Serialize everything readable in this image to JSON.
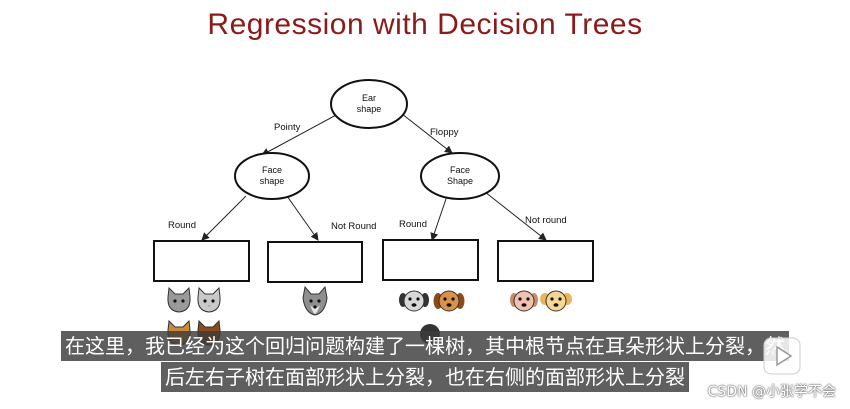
{
  "title": "Regression with Decision Trees",
  "tree": {
    "root": {
      "line1": "Ear",
      "line2": "shape"
    },
    "left": {
      "line1": "Face",
      "line2": "shape"
    },
    "right": {
      "line1": "Face",
      "line2": "Shape"
    },
    "edges": {
      "pointy": "Pointy",
      "floppy": "Floppy",
      "left_round": "Round",
      "left_not_round": "Not Round",
      "right_round": "Round",
      "right_not_round": "Not round"
    }
  },
  "leaves": [
    {
      "animals": [
        "cat-icon",
        "cat-icon",
        "cat-icon",
        "cat-icon"
      ]
    },
    {
      "animals": [
        "wolf-icon"
      ]
    },
    {
      "animals": [
        "dog-icon",
        "dog-icon",
        "dog-icon"
      ]
    },
    {
      "animals": [
        "dog-icon",
        "dog-icon"
      ]
    }
  ],
  "subtitles": {
    "line1": "在这里，我已经为这个回归问题构建了一棵树，其中根节点在耳朵形状上分裂，然",
    "line2": "后左右子树在面部形状上分裂，也在右侧的面部形状上分裂"
  },
  "watermark": "CSDN @小张学不会",
  "colors": {
    "title": "#8b1a1a",
    "subtitle_bg": "#3c3c3c"
  }
}
